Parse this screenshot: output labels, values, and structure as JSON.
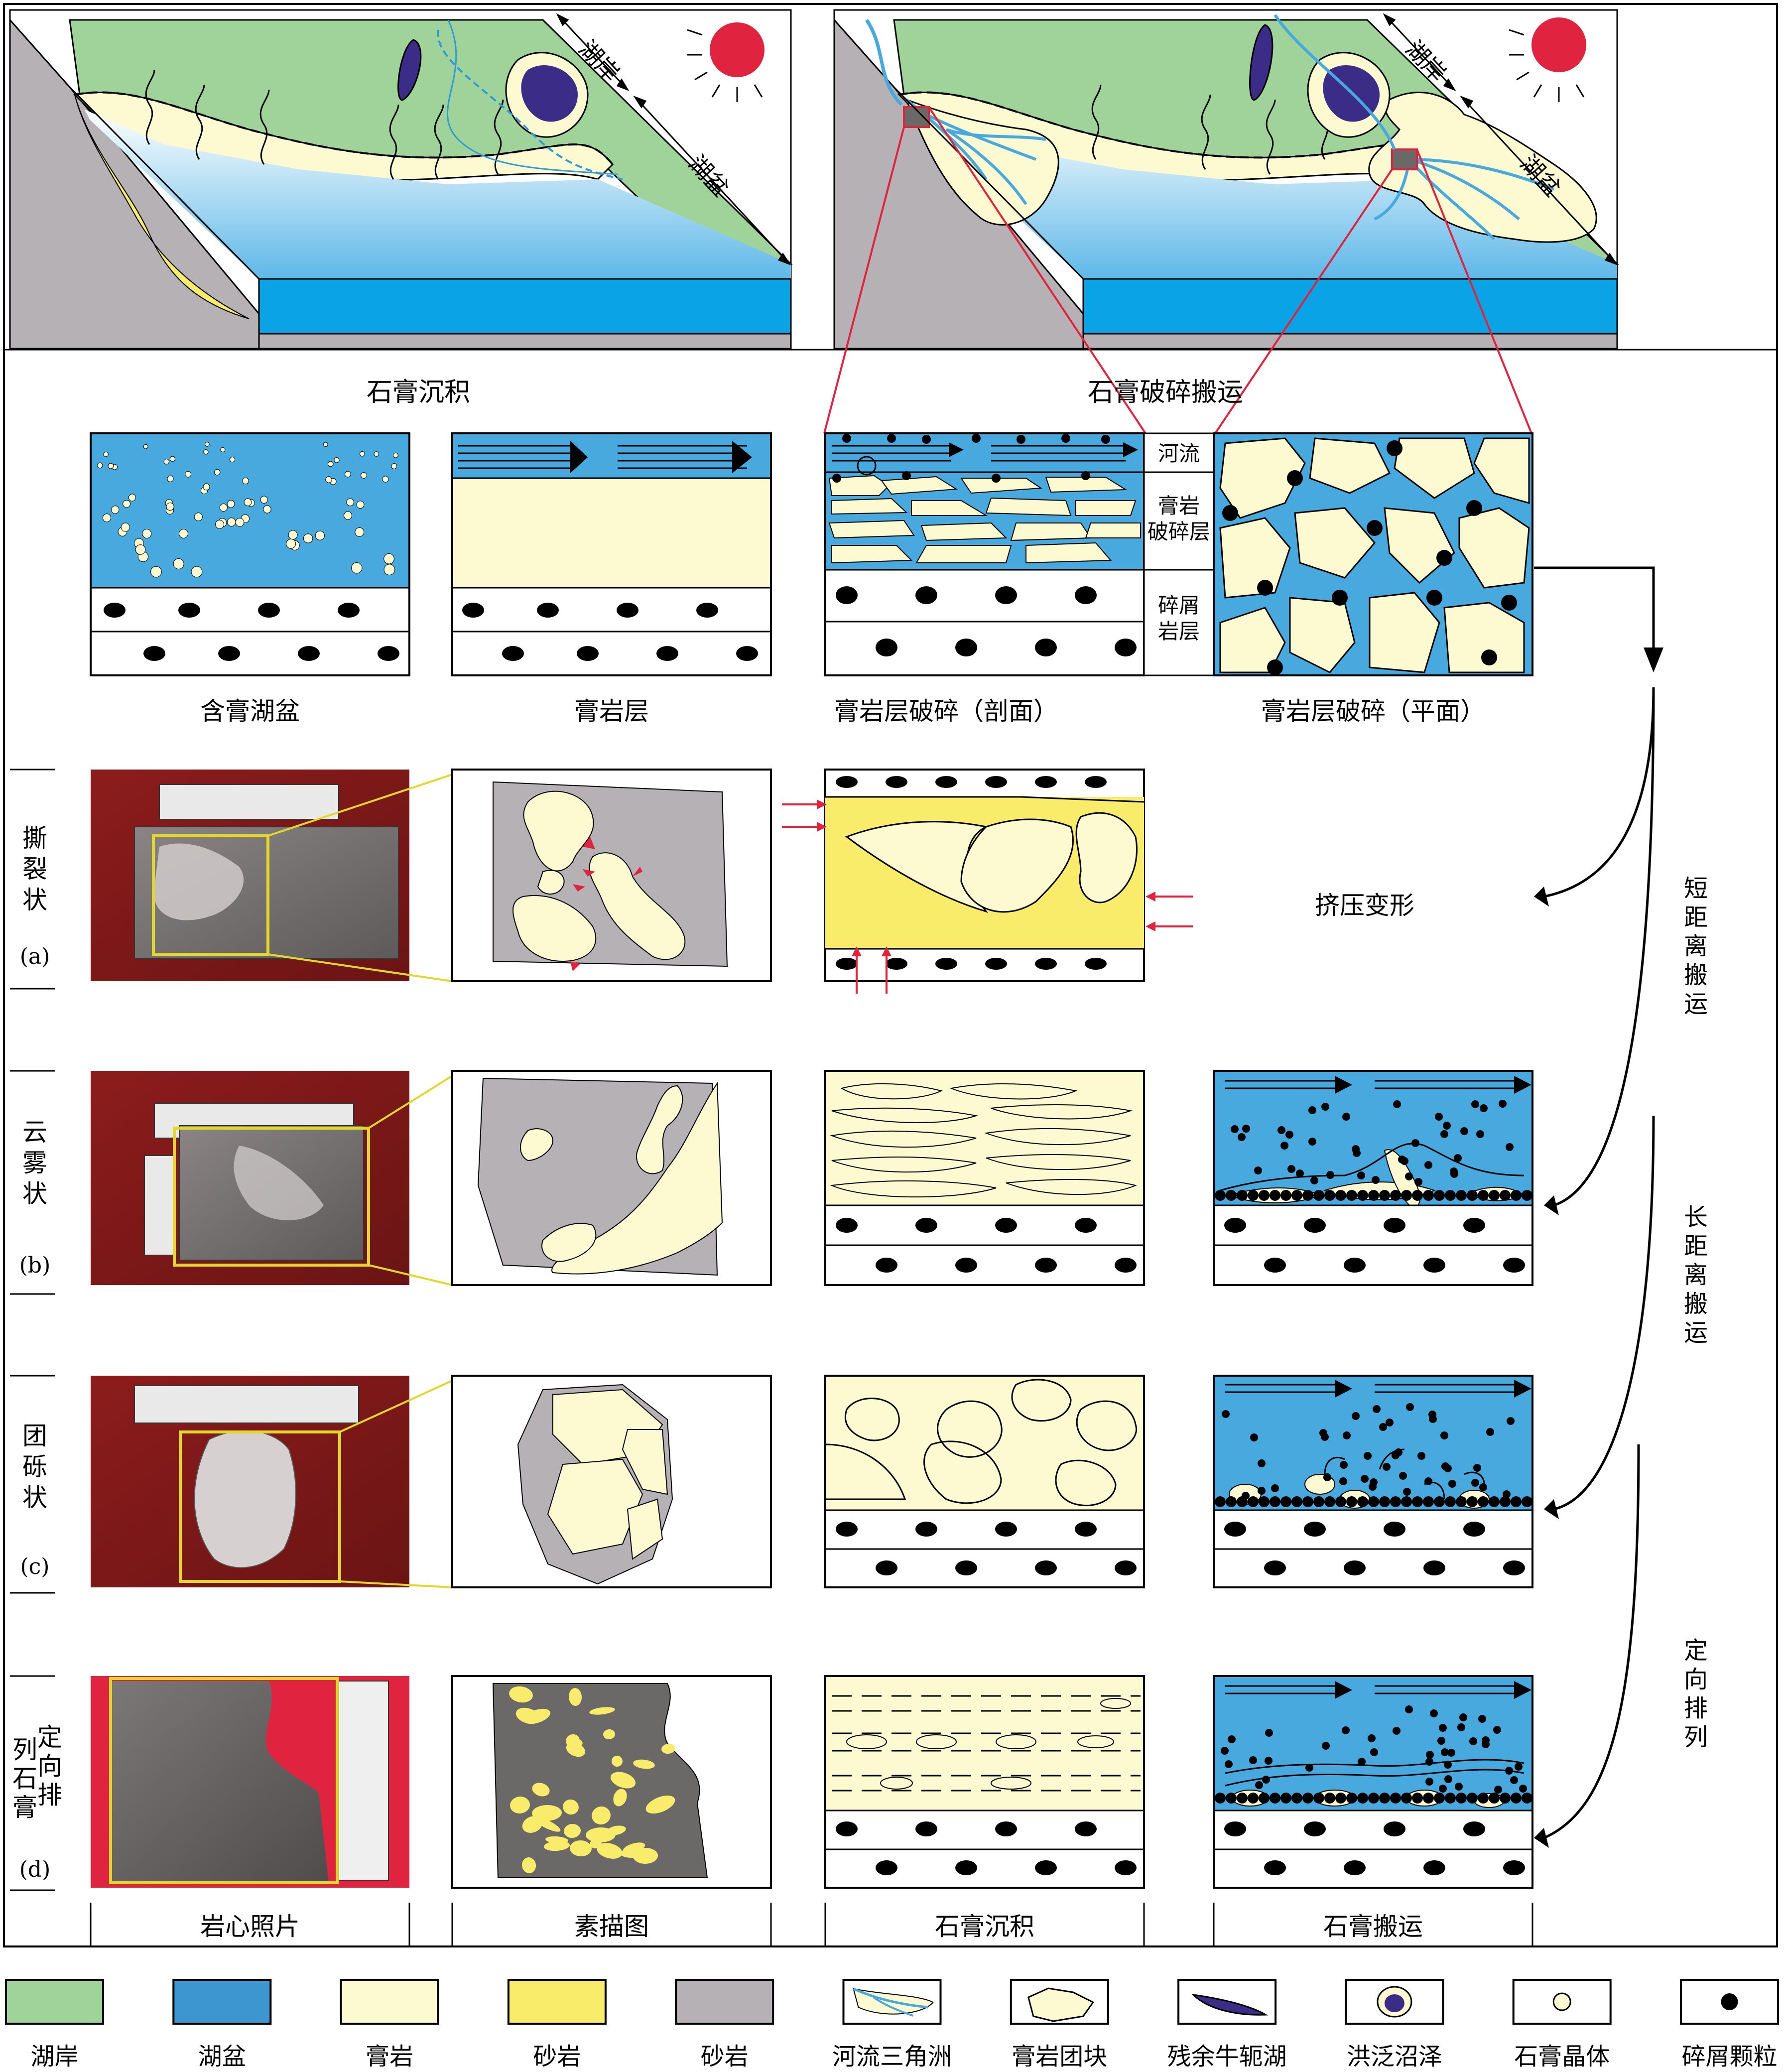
{
  "scene_labels": {
    "shore": "湖岸",
    "basin": "湖盆",
    "gypsum_deposition": "石膏沉积",
    "gypsum_transport": "石膏破碎搬运"
  },
  "section_labels": {
    "river": "河流",
    "breccia": "膏岩破碎层",
    "clastic": "碎屑岩层"
  },
  "panel_captions": {
    "basin": "含膏湖盆",
    "layer": "膏岩层",
    "profile": "膏岩层破碎（剖面）",
    "plan": "膏岩层破碎（平面）"
  },
  "compression": "挤压变形",
  "transport": {
    "short": "短距离搬运",
    "long": "长距离搬运",
    "oriented": "定向排列"
  },
  "rows": [
    {
      "name": "撕裂状",
      "tag": "(a)"
    },
    {
      "name": "云雾状",
      "tag": "(b)"
    },
    {
      "name": "团砾状",
      "tag": "(c)"
    },
    {
      "name": "定向排列石膏",
      "tag": "(d)"
    }
  ],
  "columns": [
    "岩心照片",
    "素描图",
    "石膏沉积",
    "石膏搬运"
  ],
  "legend": [
    {
      "name": "湖岸",
      "color": "#9fd39a"
    },
    {
      "name": "湖盆",
      "color": "#3d96cf"
    },
    {
      "name": "膏岩",
      "color": "#fdfad2"
    },
    {
      "name": "砂岩",
      "color": "#f8ec6a"
    },
    {
      "name": "砂岩",
      "color": "#b6b1b5"
    },
    {
      "name": "河流三角洲",
      "icon": "delta"
    },
    {
      "name": "膏岩团块",
      "icon": "clast"
    },
    {
      "name": "残余牛轭湖",
      "icon": "oxbow"
    },
    {
      "name": "洪泛沼泽",
      "icon": "marsh"
    },
    {
      "name": "石膏晶体",
      "icon": "crystal"
    },
    {
      "name": "碎屑颗粒",
      "icon": "grain"
    }
  ],
  "colors": {
    "green": "#9fd39a",
    "blue": "#47a9de",
    "gypsum": "#fdfad2",
    "sand": "#f8ec6a",
    "gray": "#b6b1b5",
    "darkgray": "#6b6868",
    "red": "#e0243f"
  }
}
